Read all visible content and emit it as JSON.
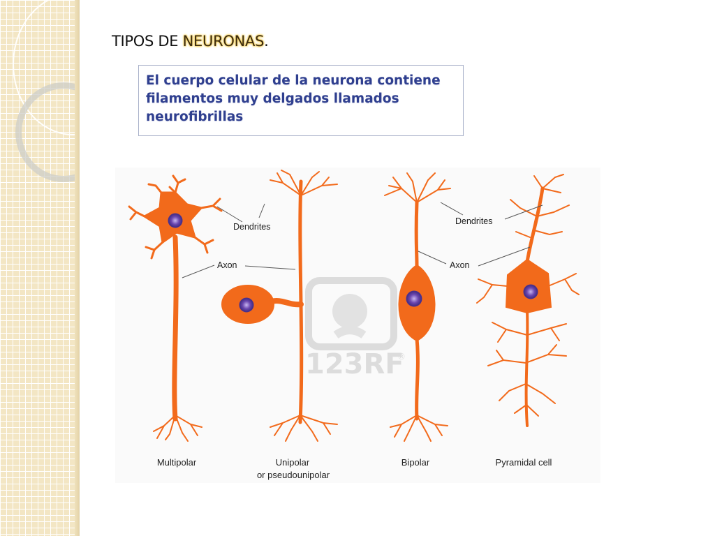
{
  "slide": {
    "title_prefix": "TIPOS DE ",
    "title_highlight": "NEURONAS",
    "title_suffix": ".",
    "body_text": "El cuerpo celular de la neurona contiene filamentos muy delgados llamados neurofibrillas"
  },
  "figure": {
    "watermark": "123RF",
    "watermark_mark": "®",
    "labels": {
      "dendrites_left": "Dendrites",
      "axon_left": "Axon",
      "dendrites_right": "Dendrites",
      "axon_right": "Axon"
    },
    "captions": {
      "multipolar": "Multipolar",
      "unipolar_line1": "Unipolar",
      "unipolar_line2": "or pseudounipolar",
      "bipolar": "Bipolar",
      "pyramidal": "Pyramidal cell"
    },
    "colors": {
      "neuron": "#f26a1b",
      "nucleus": "#6b47b0",
      "label_line": "#555555"
    }
  }
}
